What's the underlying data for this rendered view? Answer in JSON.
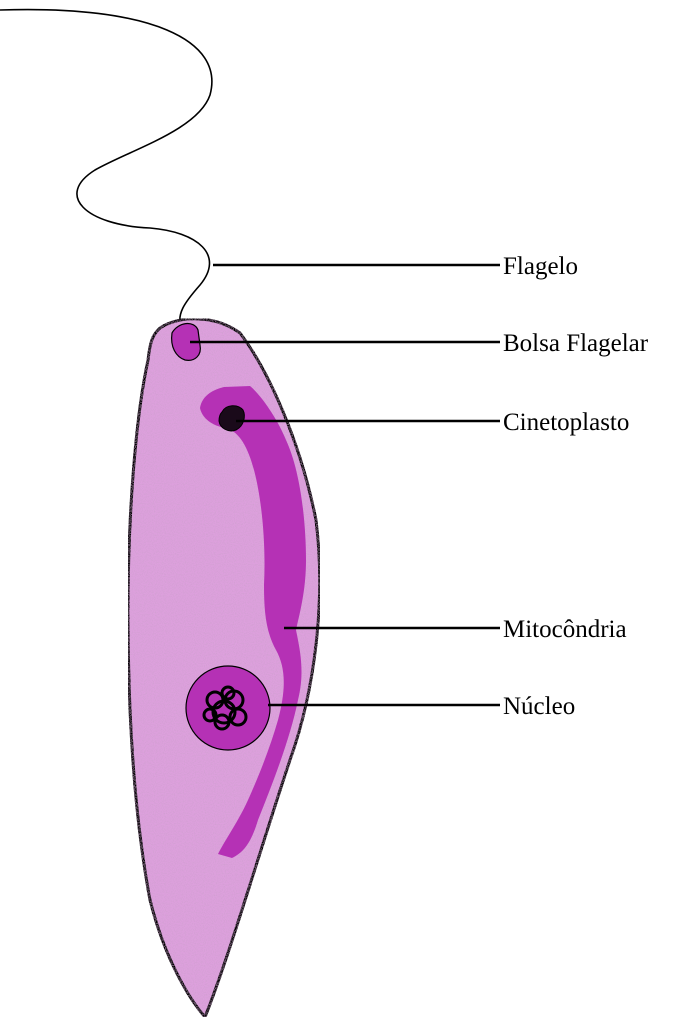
{
  "labels": {
    "flagelo": "Flagelo",
    "bolsa_flagelar": "Bolsa Flagelar",
    "cinetoplasto": "Cinetoplasto",
    "mitocondria": "Mitocôndria",
    "nucleo": "Núcleo"
  },
  "colors": {
    "cell_body": "#dda0dd",
    "organelle": "#b531b5",
    "nucleus_core": "#1a0a1a",
    "outline": "#000000",
    "background": "#ffffff"
  }
}
